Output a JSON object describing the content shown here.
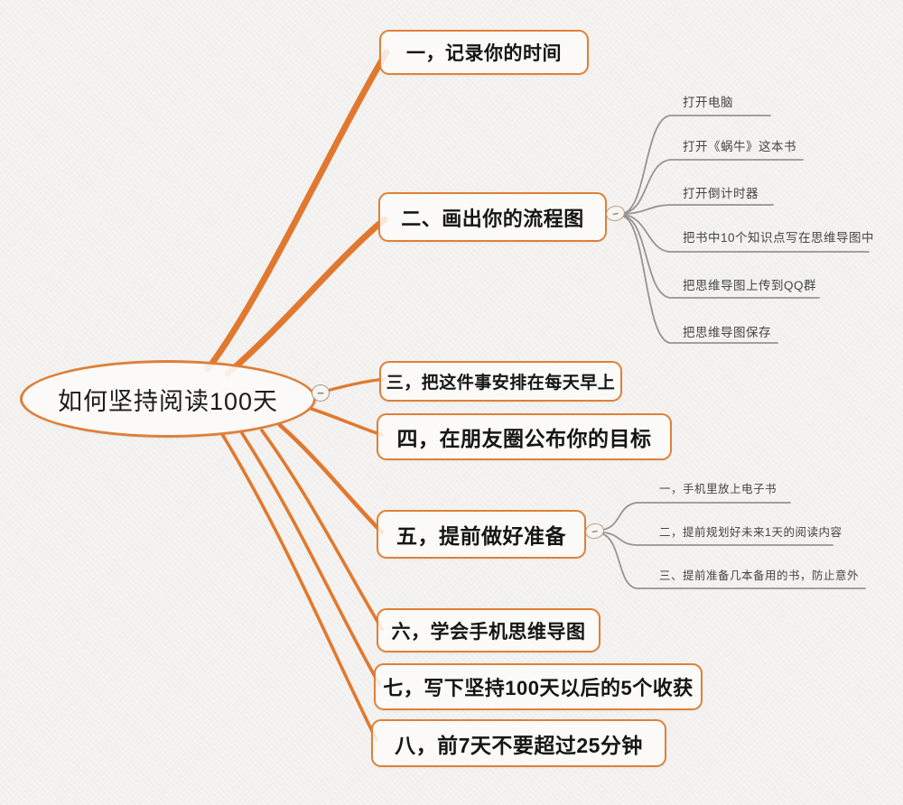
{
  "root": {
    "label": "如何坚持阅读100天"
  },
  "branches": [
    {
      "label": "一，记录你的时间"
    },
    {
      "label": "二、画出你的流程图",
      "children": [
        "打开电脑",
        "打开《蜗牛》这本书",
        "打开倒计时器",
        "把书中10个知识点写在思维导图中",
        "把思维导图上传到QQ群",
        "把思维导图保存"
      ]
    },
    {
      "label": "三，把这件事安排在每天早上"
    },
    {
      "label": "四，在朋友圈公布你的目标"
    },
    {
      "label": "五，提前做好准备",
      "children": [
        "一，手机里放上电子书",
        "二，提前规划好未来1天的阅读内容",
        "三、提前准备几本备用的书，防止意外"
      ]
    },
    {
      "label": "六，学会手机思维导图"
    },
    {
      "label": "七，写下坚持100天以后的5个收获"
    },
    {
      "label": "八，前7天不要超过25分钟"
    }
  ],
  "icons": {
    "collapse": "−"
  },
  "colors": {
    "branch_accent": "#df8038",
    "main_line": "#e0792f",
    "sub_line": "#949494",
    "node_text": "#161616",
    "sub_text": "#454545",
    "background": "#f3f2f0"
  }
}
